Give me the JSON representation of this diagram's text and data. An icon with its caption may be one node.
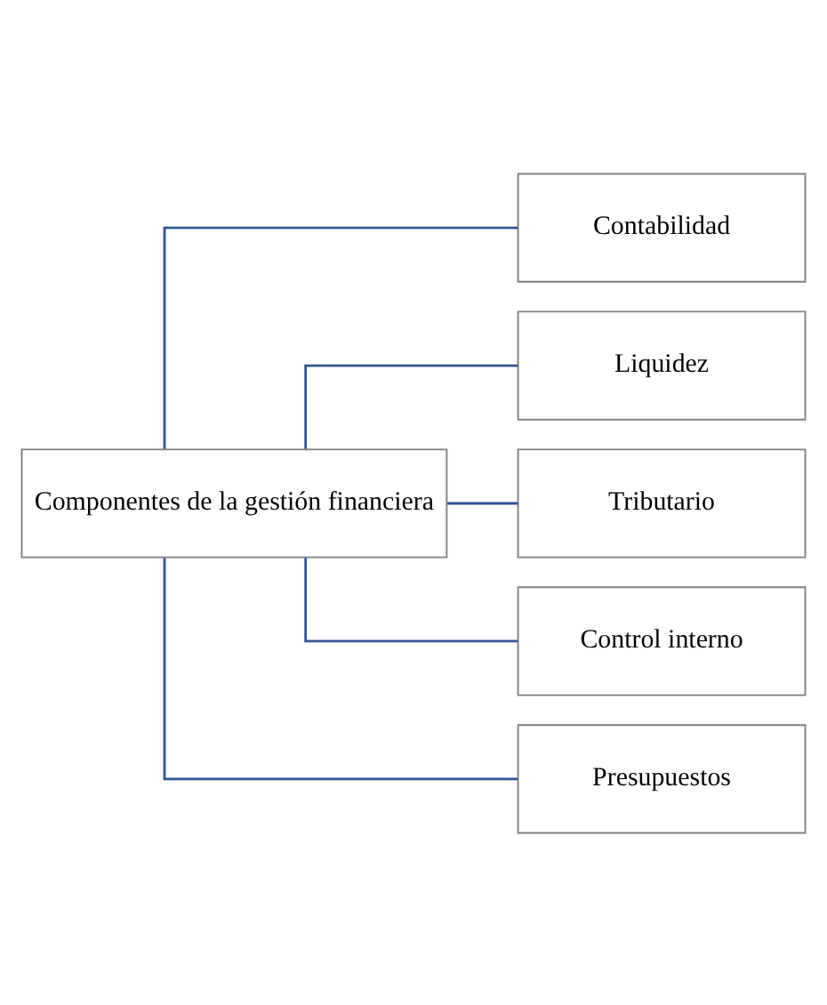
{
  "diagram": {
    "nodes": [
      {
        "text": [
          "Componentes de la gestión financiera"
        ]
      },
      {
        "text": [
          "Contabilidad"
        ]
      },
      {
        "text": [
          "Liquidez"
        ]
      },
      {
        "text": [
          "Tributario"
        ]
      },
      {
        "text": [
          "Control interno"
        ]
      },
      {
        "text": [
          "Presupuestos"
        ]
      }
    ],
    "edges": [
      {
        "from": 0,
        "to": 1,
        "arrow": "none"
      },
      {
        "from": 0,
        "to": 2,
        "arrow": "none"
      },
      {
        "from": 0,
        "to": 3,
        "arrow": "none"
      },
      {
        "from": 0,
        "to": 4,
        "arrow": "none"
      },
      {
        "from": 0,
        "to": 5,
        "arrow": "none"
      }
    ]
  }
}
